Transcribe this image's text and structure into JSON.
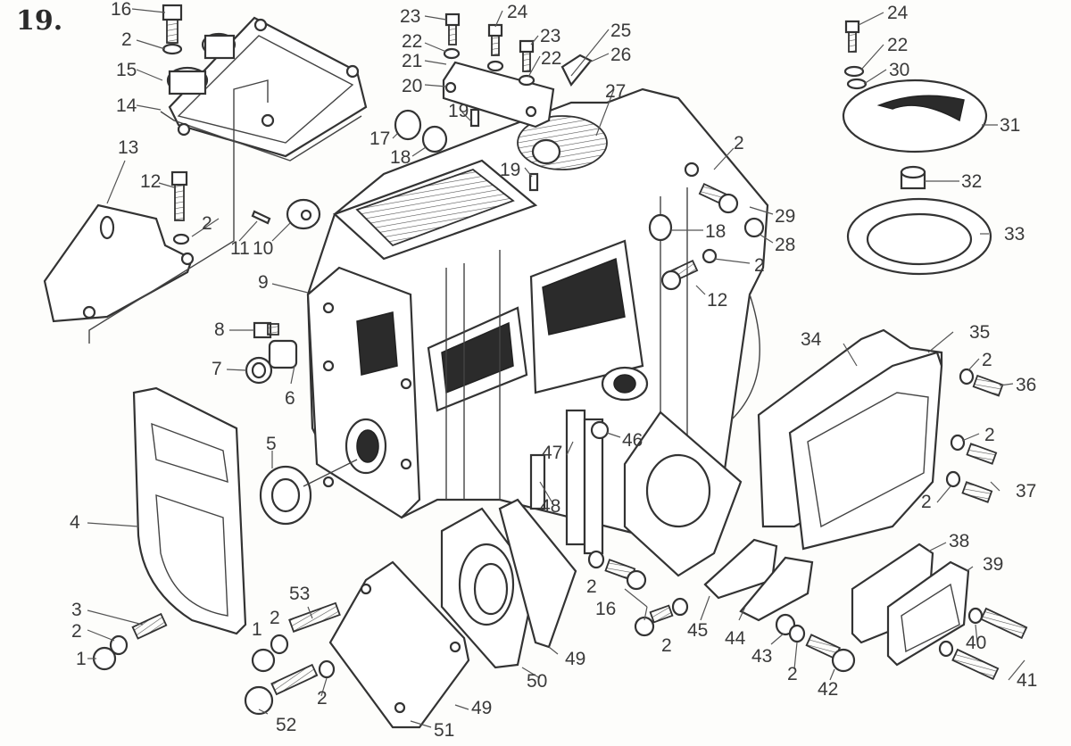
{
  "figure": {
    "number": "19."
  },
  "diagram": {
    "type": "exploded-parts-view",
    "colors": {
      "ink": "#333333",
      "paper": "#fdfdfb"
    }
  },
  "callouts": [
    {
      "id": "c16a",
      "text": "16"
    },
    {
      "id": "c2a",
      "text": "2"
    },
    {
      "id": "c15",
      "text": "15"
    },
    {
      "id": "c14",
      "text": "14"
    },
    {
      "id": "c13",
      "text": "13"
    },
    {
      "id": "c12a",
      "text": "12"
    },
    {
      "id": "c2b",
      "text": "2"
    },
    {
      "id": "c11",
      "text": "11"
    },
    {
      "id": "c10",
      "text": "10"
    },
    {
      "id": "c9",
      "text": "9"
    },
    {
      "id": "c8",
      "text": "8"
    },
    {
      "id": "c7",
      "text": "7"
    },
    {
      "id": "c6",
      "text": "6"
    },
    {
      "id": "c5",
      "text": "5"
    },
    {
      "id": "c4",
      "text": "4"
    },
    {
      "id": "c3",
      "text": "3"
    },
    {
      "id": "c2c",
      "text": "2"
    },
    {
      "id": "c1a",
      "text": "1"
    },
    {
      "id": "c1b",
      "text": "1"
    },
    {
      "id": "c2d",
      "text": "2"
    },
    {
      "id": "c53",
      "text": "53"
    },
    {
      "id": "c2e",
      "text": "2"
    },
    {
      "id": "c52",
      "text": "52"
    },
    {
      "id": "c51",
      "text": "51"
    },
    {
      "id": "c49a",
      "text": "49"
    },
    {
      "id": "c50",
      "text": "50"
    },
    {
      "id": "c49b",
      "text": "49"
    },
    {
      "id": "c48",
      "text": "48"
    },
    {
      "id": "c47",
      "text": "47"
    },
    {
      "id": "c46",
      "text": "46"
    },
    {
      "id": "c2f",
      "text": "2"
    },
    {
      "id": "c16b",
      "text": "16"
    },
    {
      "id": "c2g",
      "text": "2"
    },
    {
      "id": "c45",
      "text": "45"
    },
    {
      "id": "c44",
      "text": "44"
    },
    {
      "id": "c43",
      "text": "43"
    },
    {
      "id": "c2h",
      "text": "2"
    },
    {
      "id": "c42",
      "text": "42"
    },
    {
      "id": "c38",
      "text": "38"
    },
    {
      "id": "c39",
      "text": "39"
    },
    {
      "id": "c40",
      "text": "40"
    },
    {
      "id": "c41",
      "text": "41"
    },
    {
      "id": "c34",
      "text": "34"
    },
    {
      "id": "c35",
      "text": "35"
    },
    {
      "id": "c2i",
      "text": "2"
    },
    {
      "id": "c36",
      "text": "36"
    },
    {
      "id": "c2j",
      "text": "2"
    },
    {
      "id": "c37",
      "text": "37"
    },
    {
      "id": "c2k",
      "text": "2"
    },
    {
      "id": "c23a",
      "text": "23"
    },
    {
      "id": "c24a",
      "text": "24"
    },
    {
      "id": "c23b",
      "text": "23"
    },
    {
      "id": "c22a",
      "text": "22"
    },
    {
      "id": "c22b",
      "text": "22"
    },
    {
      "id": "c21",
      "text": "21"
    },
    {
      "id": "c20",
      "text": "20"
    },
    {
      "id": "c25",
      "text": "25"
    },
    {
      "id": "c26",
      "text": "26"
    },
    {
      "id": "c27",
      "text": "27"
    },
    {
      "id": "c19a",
      "text": "19"
    },
    {
      "id": "c17",
      "text": "17"
    },
    {
      "id": "c18a",
      "text": "18"
    },
    {
      "id": "c19b",
      "text": "19"
    },
    {
      "id": "c2l",
      "text": "2"
    },
    {
      "id": "c29",
      "text": "29"
    },
    {
      "id": "c28",
      "text": "28"
    },
    {
      "id": "c18b",
      "text": "18"
    },
    {
      "id": "c2m",
      "text": "2"
    },
    {
      "id": "c12b",
      "text": "12"
    },
    {
      "id": "c24b",
      "text": "24"
    },
    {
      "id": "c22c",
      "text": "22"
    },
    {
      "id": "c30",
      "text": "30"
    },
    {
      "id": "c31",
      "text": "31"
    },
    {
      "id": "c32",
      "text": "32"
    },
    {
      "id": "c33",
      "text": "33"
    }
  ]
}
